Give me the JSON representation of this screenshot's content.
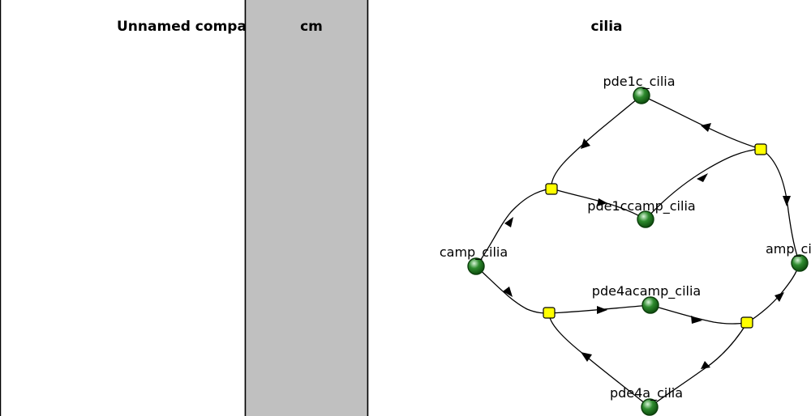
{
  "compartments": [
    {
      "id": "unnamed",
      "title": "Unnamed compartment",
      "fill": "#ffffff"
    },
    {
      "id": "cm",
      "title": "cm",
      "fill": "#c0c0c0"
    },
    {
      "id": "cilia",
      "title": "cilia",
      "fill": "#ffffff"
    }
  ],
  "species": [
    {
      "id": "pde1c_cilia",
      "label": "pde1c_cilia"
    },
    {
      "id": "pde1ccamp_cilia",
      "label": "pde1ccamp_cilia"
    },
    {
      "id": "camp_cilia",
      "label": "camp_cilia"
    },
    {
      "id": "amp_cilia",
      "label": "amp_cilia"
    },
    {
      "id": "pde4acamp_cilia",
      "label": "pde4acamp_cilia"
    },
    {
      "id": "pde4a_cilia",
      "label": "pde4a_cilia"
    }
  ],
  "reactions": [
    {
      "id": "r1"
    },
    {
      "id": "r2"
    },
    {
      "id": "r3"
    },
    {
      "id": "r4"
    }
  ],
  "colors": {
    "species_fill": "#2e8b2e",
    "species_highlight": "#d8f5d8",
    "reaction_fill": "#ffff00",
    "cm_fill": "#c0c0c0",
    "border": "#000000"
  }
}
